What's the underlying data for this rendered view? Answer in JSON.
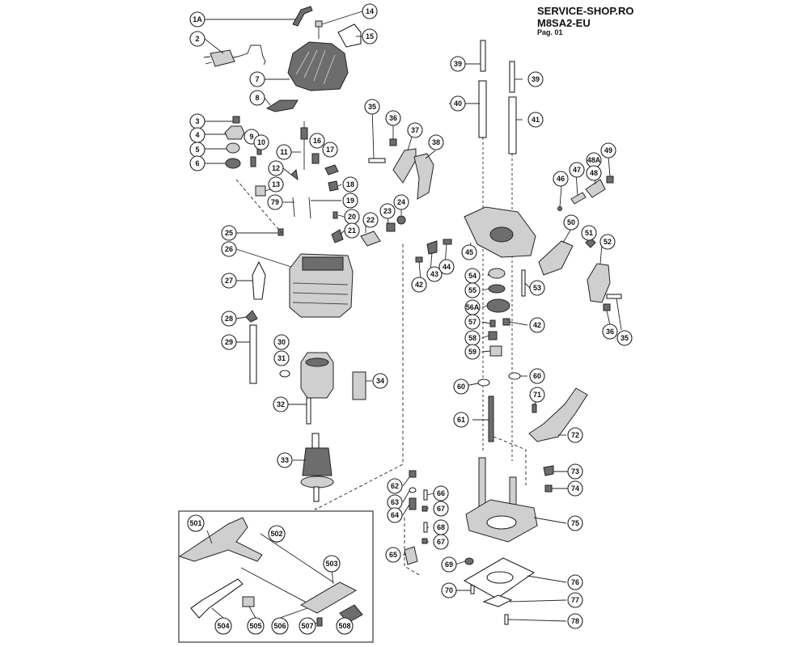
{
  "header": {
    "site": "SERVICE-SHOP.RO",
    "model": "M8SA2-EU",
    "page": "Pag. 01"
  },
  "callouts": {
    "c1A": "1A",
    "c2": "2",
    "c3": "3",
    "c4": "4",
    "c5": "5",
    "c6": "6",
    "c7": "7",
    "c8": "8",
    "c9": "9",
    "c10": "10",
    "c11": "11",
    "c12": "12",
    "c13": "13",
    "c14": "14",
    "c15": "15",
    "c16": "16",
    "c17": "17",
    "c18": "18",
    "c19": "19",
    "c20": "20",
    "c21": "21",
    "c22": "22",
    "c23": "23",
    "c24": "24",
    "c25": "25",
    "c26": "26",
    "c27": "27",
    "c28": "28",
    "c29": "29",
    "c30": "30",
    "c31": "31",
    "c32": "32",
    "c33": "33",
    "c34": "34",
    "c35a": "35",
    "c35b": "35",
    "c36a": "36",
    "c36b": "36",
    "c37": "37",
    "c38": "38",
    "c39a": "39",
    "c39b": "39",
    "c40": "40",
    "c41": "41",
    "c42a": "42",
    "c42b": "42",
    "c43": "43",
    "c44": "44",
    "c45": "45",
    "c46": "46",
    "c47": "47",
    "c48A": "48A",
    "c48": "48",
    "c49": "49",
    "c50": "50",
    "c51": "51",
    "c52": "52",
    "c53": "53",
    "c54": "54",
    "c55": "55",
    "c56A": "56A",
    "c57": "57",
    "c58": "58",
    "c59": "59",
    "c60a": "60",
    "c60b": "60",
    "c61": "61",
    "c62": "62",
    "c63": "63",
    "c64": "64",
    "c65": "65",
    "c66": "66",
    "c67a": "67",
    "c67b": "67",
    "c68": "68",
    "c69": "69",
    "c70": "70",
    "c71": "71",
    "c72": "72",
    "c73": "73",
    "c74": "74",
    "c75": "75",
    "c76": "76",
    "c77": "77",
    "c78": "78",
    "c501": "501",
    "c502": "502",
    "c503": "503",
    "c504": "504",
    "c505": "505",
    "c506": "506",
    "c507": "507",
    "c508": "508"
  }
}
